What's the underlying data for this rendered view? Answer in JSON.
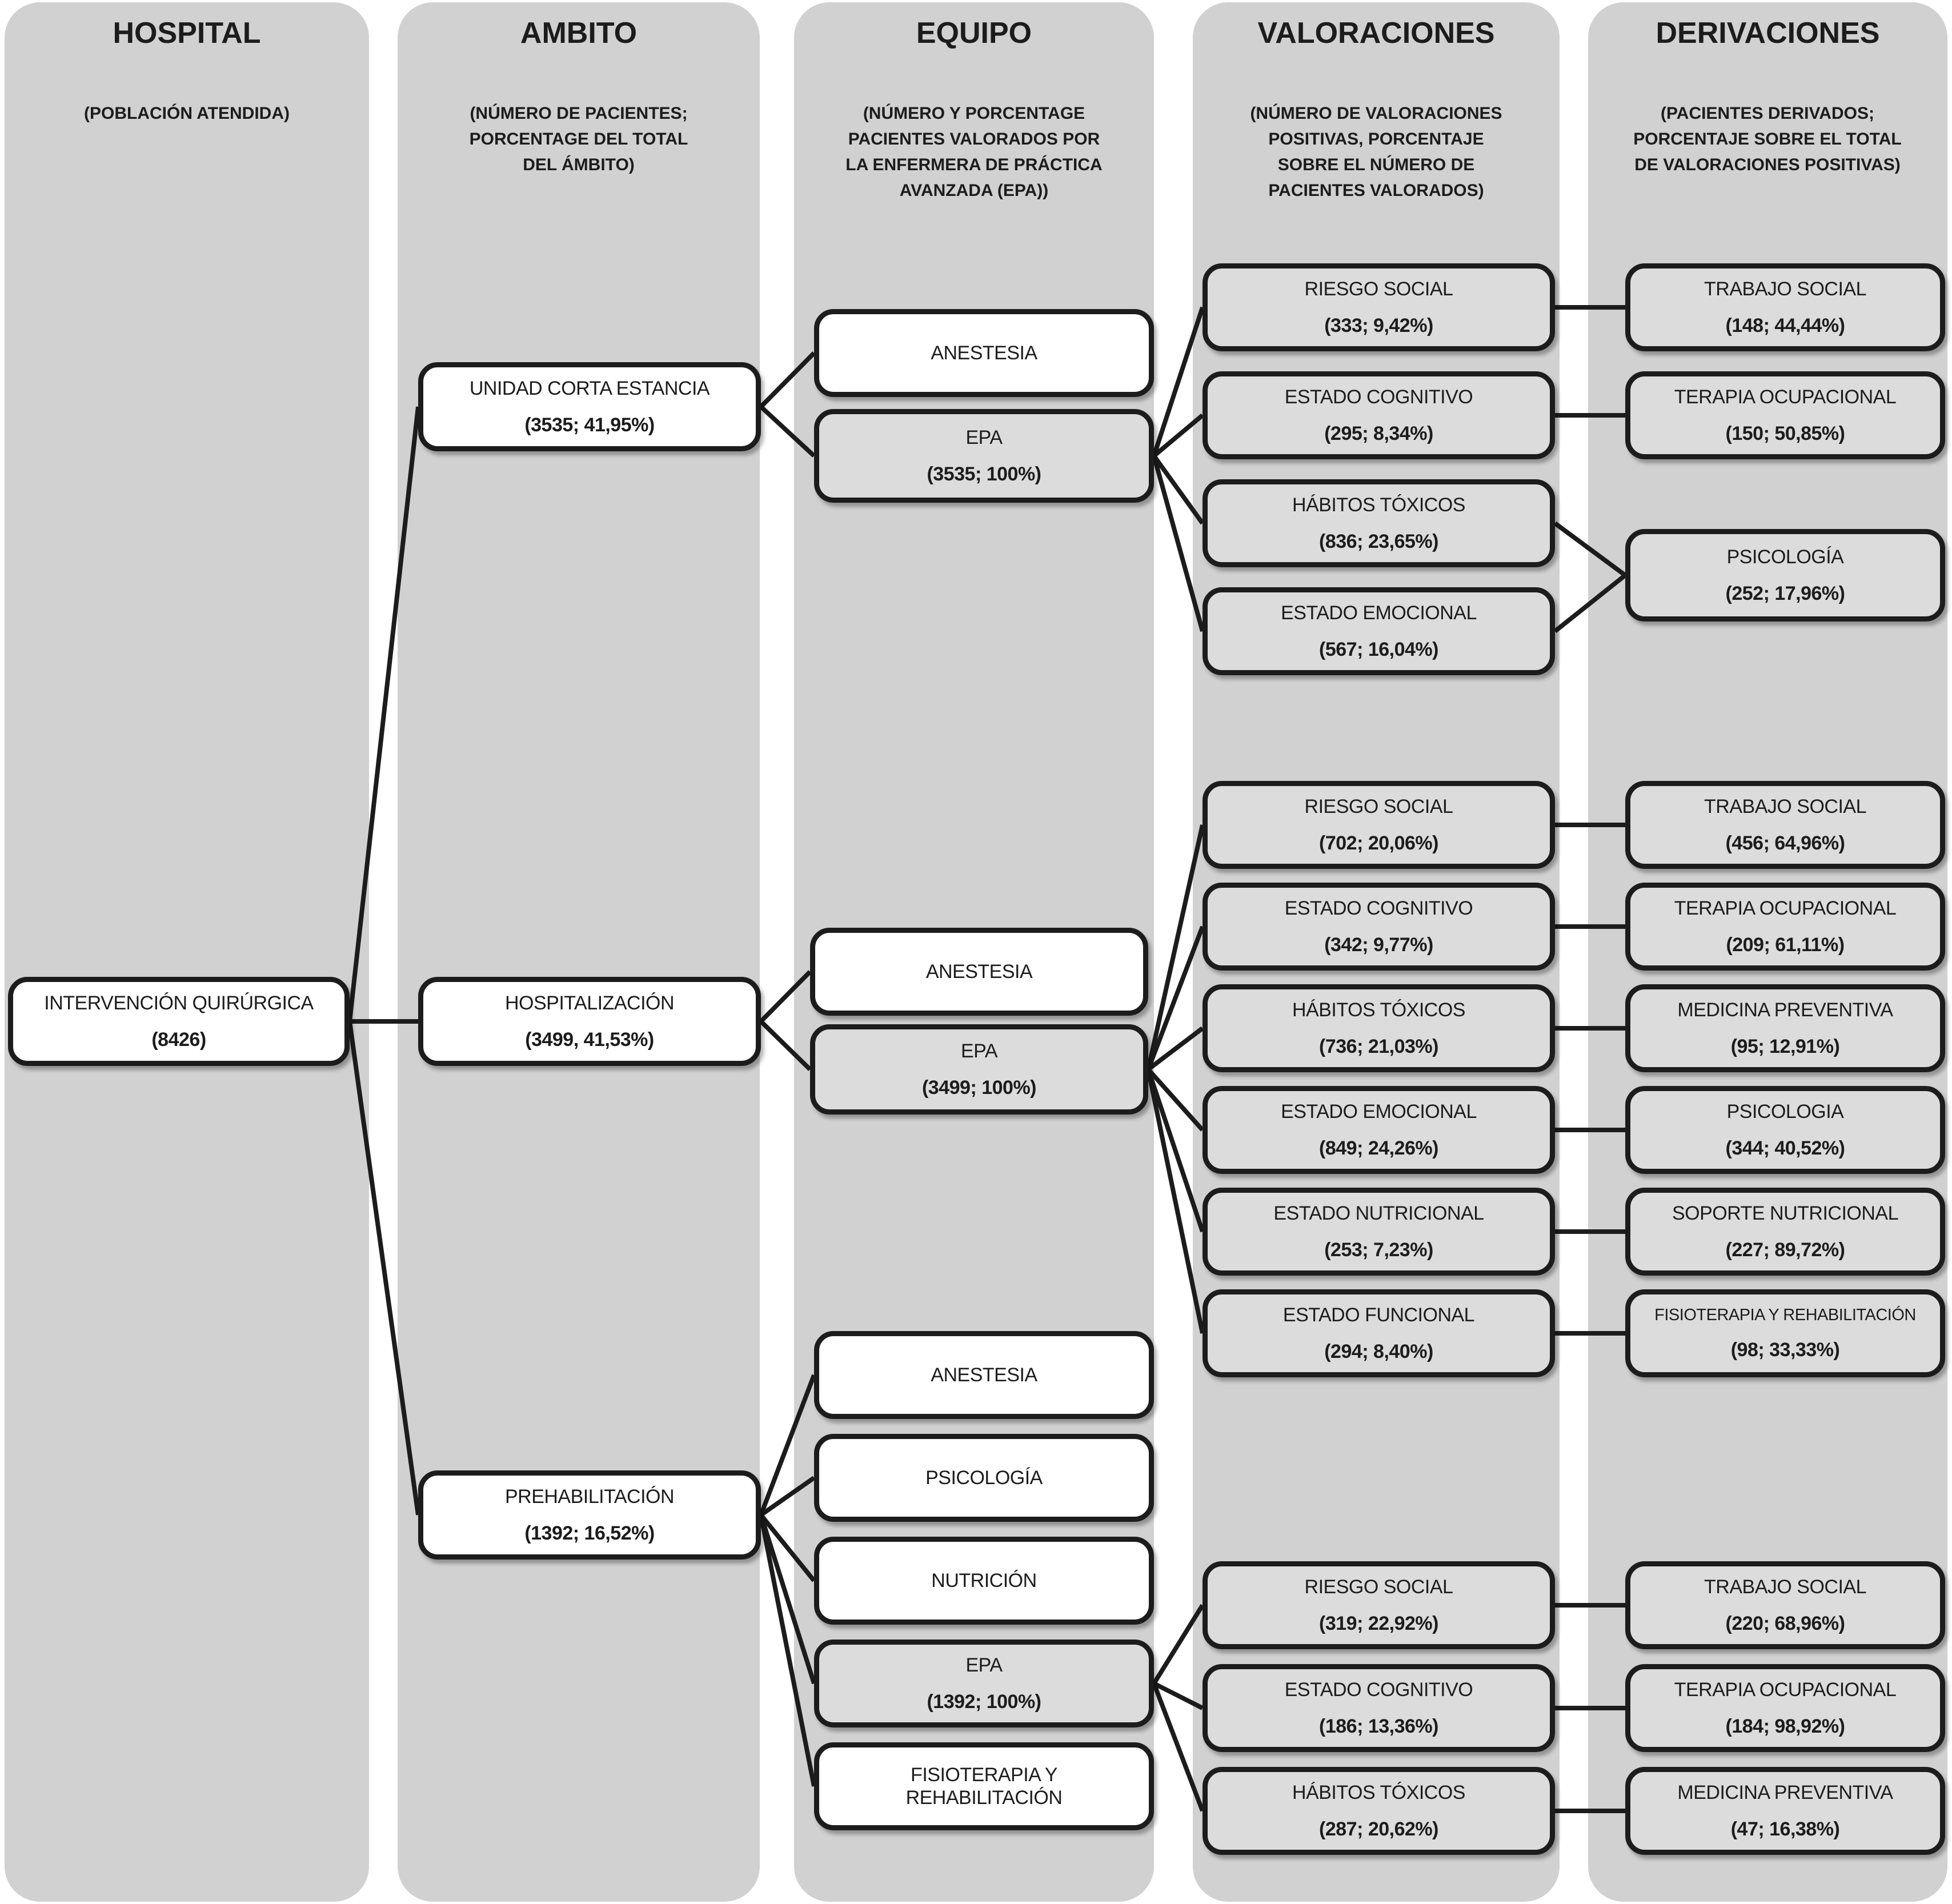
{
  "colors": {
    "column_background": "#d1d1d1",
    "node_gray_fill": "#dcdcdc",
    "node_white_fill": "#ffffff",
    "border_and_lines": "#1c1c1c"
  },
  "columns": [
    {
      "title": "HOSPITAL",
      "subtitle": "(POBLACIÓN ATENDIDA)"
    },
    {
      "title": "AMBITO",
      "subtitle": "(NÚMERO DE PACIENTES; PORCENTAGE DEL TOTAL DEL ÁMBITO)"
    },
    {
      "title": "EQUIPO",
      "subtitle": "(NÚMERO Y PORCENTAGE PACIENTES VALORADOS POR LA ENFERMERA DE PRÁCTICA AVANZADA (EPA))"
    },
    {
      "title": "VALORACIONES",
      "subtitle": "(NÚMERO DE VALORACIONES POSITIVAS, PORCENTAJE SOBRE EL NÚMERO DE PACIENTES VALORADOS)"
    },
    {
      "title": "DERIVACIONES",
      "subtitle": "(PACIENTES DERIVADOS; PORCENTAJE SOBRE EL TOTAL DE VALORACIONES POSITIVAS)"
    }
  ],
  "nodes": {
    "iq": {
      "label": "INTERVENCIÓN QUIRÚRGICA",
      "value": "(8426)"
    },
    "uce": {
      "label": "UNIDAD CORTA ESTANCIA",
      "value": "(3535; 41,95%)"
    },
    "hosp": {
      "label": "HOSPITALIZACIÓN",
      "value": "(3499, 41,53%)"
    },
    "prehab": {
      "label": "PREHABILITACIÓN",
      "value": "(1392; 16,52%)"
    },
    "anest1": {
      "label": "ANESTESIA"
    },
    "epa1": {
      "label": "EPA",
      "value": "(3535; 100%)"
    },
    "anest2": {
      "label": "ANESTESIA"
    },
    "epa2": {
      "label": "EPA",
      "value": "(3499; 100%)"
    },
    "anest3": {
      "label": "ANESTESIA"
    },
    "psico3": {
      "label": "PSICOLOGÍA"
    },
    "nutri3": {
      "label": "NUTRICIÓN"
    },
    "epa3": {
      "label": "EPA",
      "value": "(1392; 100%)"
    },
    "fisio3": {
      "label": "FISIOTERAPIA Y REHABILITACIÓN"
    },
    "v1a": {
      "label": "RIESGO SOCIAL",
      "value": "(333; 9,42%)"
    },
    "v1b": {
      "label": "ESTADO COGNITIVO",
      "value": "(295; 8,34%)"
    },
    "v1c": {
      "label": "HÁBITOS TÓXICOS",
      "value": "(836; 23,65%)"
    },
    "v1d": {
      "label": "ESTADO EMOCIONAL",
      "value": "(567; 16,04%)"
    },
    "d1a": {
      "label": "TRABAJO SOCIAL",
      "value": "(148; 44,44%)"
    },
    "d1b": {
      "label": "TERAPIA OCUPACIONAL",
      "value": "(150; 50,85%)"
    },
    "d1c": {
      "label": "PSICOLOGÍA",
      "value": "(252; 17,96%)"
    },
    "v2a": {
      "label": "RIESGO SOCIAL",
      "value": "(702; 20,06%)"
    },
    "v2b": {
      "label": "ESTADO COGNITIVO",
      "value": "(342; 9,77%)"
    },
    "v2c": {
      "label": "HÁBITOS TÓXICOS",
      "value": "(736; 21,03%)"
    },
    "v2d": {
      "label": "ESTADO EMOCIONAL",
      "value": "(849; 24,26%)"
    },
    "v2e": {
      "label": "ESTADO NUTRICIONAL",
      "value": "(253; 7,23%)"
    },
    "v2f": {
      "label": "ESTADO FUNCIONAL",
      "value": "(294; 8,40%)"
    },
    "d2a": {
      "label": "TRABAJO SOCIAL",
      "value": "(456; 64,96%)"
    },
    "d2b": {
      "label": "TERAPIA OCUPACIONAL",
      "value": "(209; 61,11%)"
    },
    "d2c": {
      "label": "MEDICINA PREVENTIVA",
      "value": "(95; 12,91%)"
    },
    "d2d": {
      "label": "PSICOLOGIA",
      "value": "(344; 40,52%)"
    },
    "d2e": {
      "label": "SOPORTE NUTRICIONAL",
      "value": "(227; 89,72%)"
    },
    "d2f": {
      "label": "FISIOTERAPIA Y REHABILITACIÓN",
      "value": "(98; 33,33%)"
    },
    "v3a": {
      "label": "RIESGO SOCIAL",
      "value": "(319; 22,92%)"
    },
    "v3b": {
      "label": "ESTADO COGNITIVO",
      "value": "(186; 13,36%)"
    },
    "v3c": {
      "label": "HÁBITOS TÓXICOS",
      "value": "(287; 20,62%)"
    },
    "d3a": {
      "label": "TRABAJO SOCIAL",
      "value": "(220; 68,96%)"
    },
    "d3b": {
      "label": "TERAPIA OCUPACIONAL",
      "value": "(184; 98,92%)"
    },
    "d3c": {
      "label": "MEDICINA PREVENTIVA",
      "value": "(47; 16,38%)"
    }
  }
}
